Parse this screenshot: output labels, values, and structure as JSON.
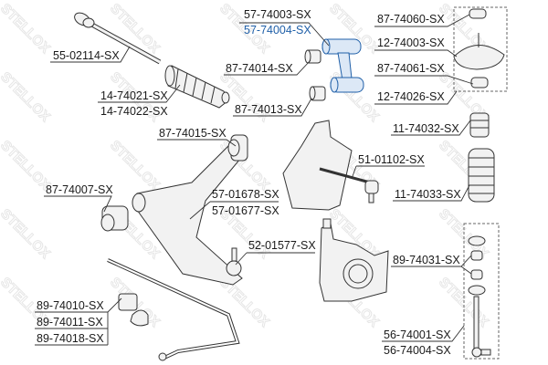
{
  "watermark": "STELLOX",
  "colors": {
    "line": "#333333",
    "highlight": "#1f5fa8",
    "highlight_fill": "#dce8f6",
    "part_fill": "#f2f2f2"
  },
  "labels": {
    "upper_arm_1": "57-74003-SX",
    "upper_arm_2": "57-74004-SX",
    "bump_stop_top": "87-74060-SX",
    "strut_mount": "12-74003-SX",
    "bump_stop_bottom": "87-74061-SX",
    "strut_mount_kit": "12-74026-SX",
    "tie_rod": "55-02114-SX",
    "bushing_upper_1": "87-74014-SX",
    "boot_1": "14-74021-SX",
    "boot_2": "14-74022-SX",
    "bushing_upper_2": "87-74013-SX",
    "buffer": "11-74032-SX",
    "bushing_lower_rear": "87-74015-SX",
    "tie_rod_end": "51-01102-SX",
    "bushing_lower_front": "87-74007-SX",
    "dust_cover": "11-74033-SX",
    "lower_arm_1": "57-01678-SX",
    "lower_arm_2": "57-01677-SX",
    "ball_joint": "52-01577-SX",
    "link_bushings": "89-74031-SX",
    "stab_bushing_1": "89-74010-SX",
    "stab_bushing_2": "89-74011-SX",
    "stab_bushing_3": "89-74018-SX",
    "stab_link_1": "56-74001-SX",
    "stab_link_2": "56-74004-SX"
  }
}
